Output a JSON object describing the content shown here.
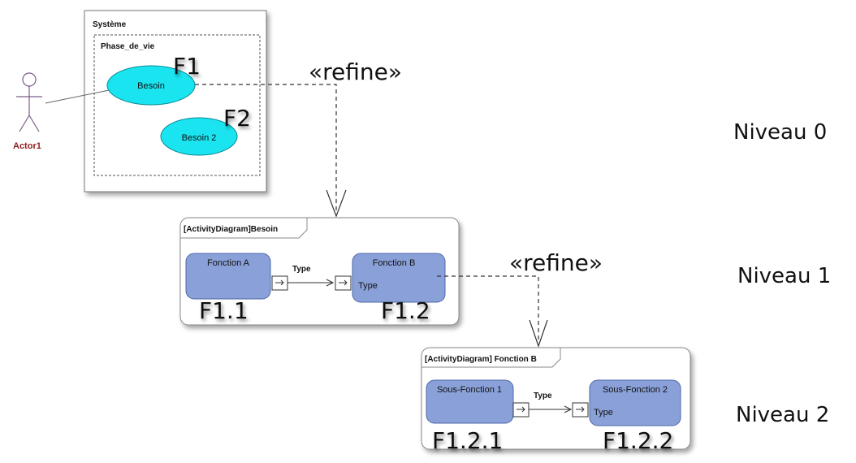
{
  "system": {
    "title": "Système",
    "phase": "Phase_de_vie",
    "actor": "Actor1",
    "usecases": [
      {
        "label": "Besoin",
        "tag": "F1"
      },
      {
        "label": "Besoin 2",
        "tag": "F2"
      }
    ]
  },
  "refine_label": "«refine»",
  "activity1": {
    "title": "[ActivityDiagram]Besoin",
    "nodes": [
      {
        "label": "Fonction A",
        "tag": "F1.1"
      },
      {
        "label": "Fonction B",
        "tag": "F1.2",
        "pin": "Type"
      }
    ],
    "flow": "Type"
  },
  "activity2": {
    "title": "[ActivityDiagram] Fonction B",
    "nodes": [
      {
        "label": "Sous-Fonction 1",
        "tag": "F1.2.1"
      },
      {
        "label": "Sous-Fonction 2",
        "tag": "F1.2.2",
        "pin": "Type"
      }
    ],
    "flow": "Type"
  },
  "levels": [
    "Niveau 0",
    "Niveau 1",
    "Niveau 2"
  ],
  "ellipsis": "..."
}
